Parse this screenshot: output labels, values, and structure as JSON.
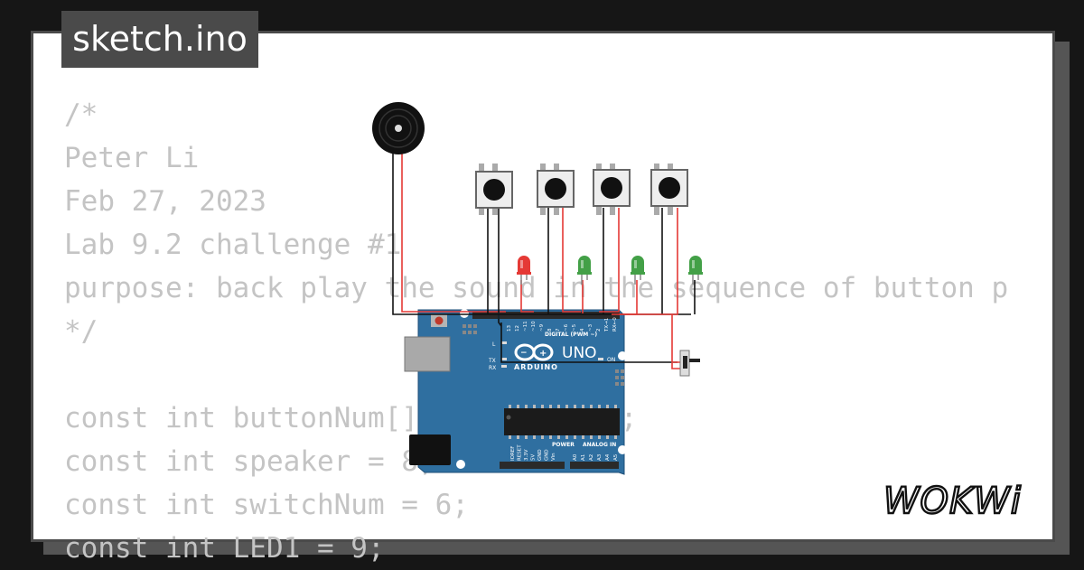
{
  "sketch": {
    "filename": "sketch.ino"
  },
  "code_lines": [
    "/*",
    "Peter Li",
    "Feb 27, 2023",
    "Lab 9.2 challenge #1",
    "purpose: back play the sound in the sequence of button p",
    "*/",
    "",
    "const int buttonNum[] = {2,3,4,5};",
    "const int speaker = 8;",
    "const int switchNum = 6;",
    "const int LED1 = 9;"
  ],
  "board": {
    "name": "UNO",
    "brand": "ARDUINO",
    "digital_label": "DIGITAL (PWM ~)",
    "power_label": "POWER",
    "analog_label": "ANALOG IN",
    "on_label": "ON",
    "tx_label": "TX",
    "rx_label": "RX",
    "l_label": "L",
    "aref_label": "AREF",
    "gnd_label": "GND",
    "digital_pins": [
      "13",
      "12",
      "~11",
      "~10",
      "~9",
      "8",
      "7",
      "~6",
      "~5",
      "4",
      "~3",
      "2",
      "TX→1",
      "RX←0"
    ],
    "power_pins": [
      "IOREF",
      "RESET",
      "3.3V",
      "5V",
      "GND",
      "GND",
      "Vin"
    ],
    "analog_pins": [
      "A0",
      "A1",
      "A2",
      "A3",
      "A4",
      "A5"
    ],
    "color": "#2f6fa0"
  },
  "leds": [
    {
      "color": "red",
      "hex": "#e53935"
    },
    {
      "color": "green",
      "hex": "#43a047"
    },
    {
      "color": "green",
      "hex": "#43a047"
    },
    {
      "color": "green",
      "hex": "#43a047"
    }
  ],
  "buttons_count": 4,
  "logo": {
    "text": "WOKWi"
  }
}
